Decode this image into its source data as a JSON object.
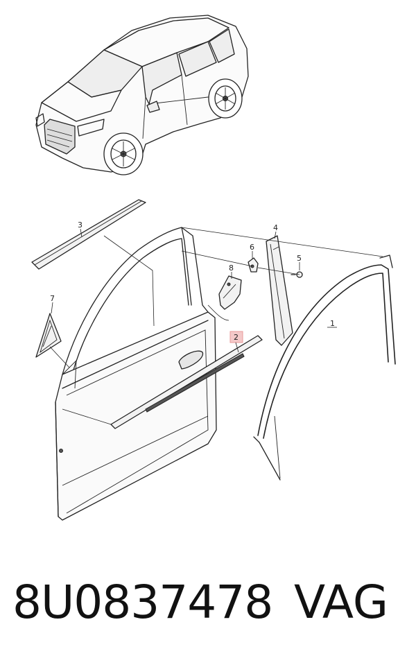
{
  "diagram": {
    "callouts": [
      {
        "id": "1",
        "label": "1"
      },
      {
        "id": "2",
        "label": "2",
        "highlight": true
      },
      {
        "id": "3",
        "label": "3"
      },
      {
        "id": "4",
        "label": "4"
      },
      {
        "id": "5",
        "label": "5"
      },
      {
        "id": "6",
        "label": "6"
      },
      {
        "id": "7",
        "label": "7"
      },
      {
        "id": "8",
        "label": "8"
      }
    ],
    "highlight_color": "#e89a9a"
  },
  "footer": {
    "part_number": "8U0837478",
    "brand": "VAG"
  }
}
